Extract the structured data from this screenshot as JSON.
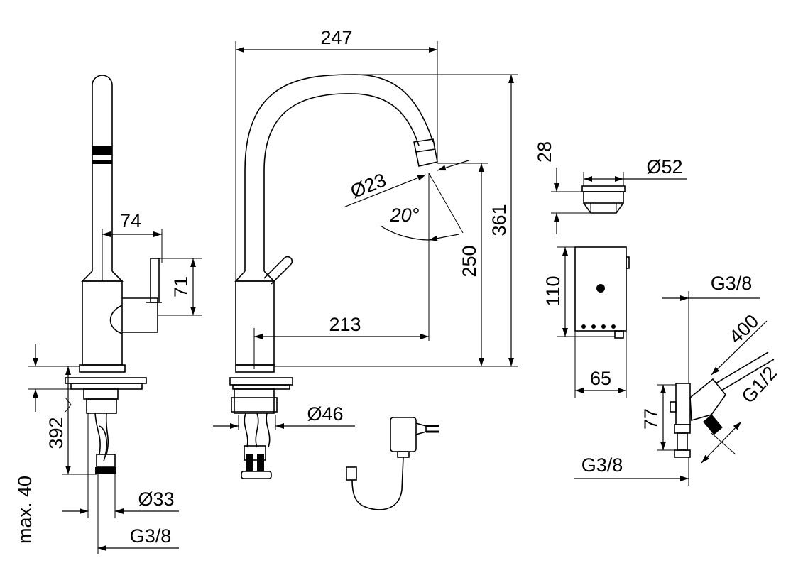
{
  "dimensions": {
    "d247": "247",
    "d361": "361",
    "d250": "250",
    "d213": "213",
    "d74": "74",
    "d71": "71",
    "d23": "Ø23",
    "d20": "20°",
    "d46": "Ø46",
    "d392": "392",
    "d33": "Ø33",
    "g38_left": "G3/8",
    "max40": "max. 40",
    "d28": "28",
    "d52": "Ø52",
    "d110": "110",
    "d65": "65",
    "g38_top": "G3/8",
    "d400": "400",
    "g12": "G1/2",
    "d77": "77",
    "g38_bottom": "G3/8"
  }
}
